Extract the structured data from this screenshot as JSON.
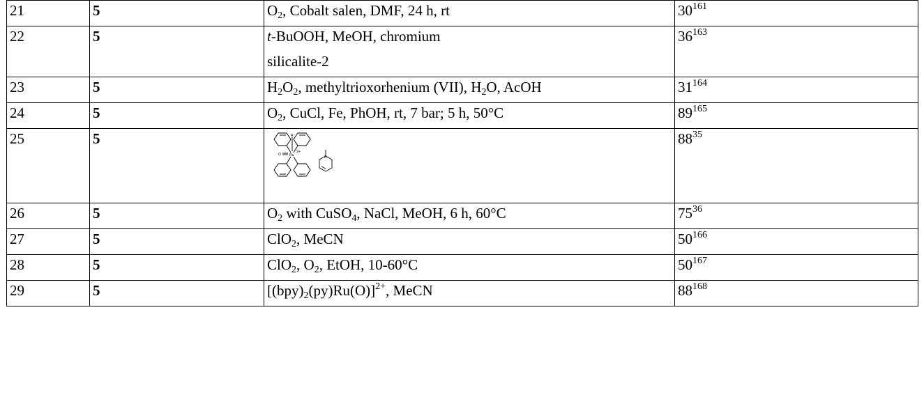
{
  "rows": [
    {
      "entry": "21",
      "compound": "5",
      "y": "30",
      "ref": "161"
    },
    {
      "entry": "22",
      "compound": "5",
      "y": "36",
      "ref": "163"
    },
    {
      "entry": "23",
      "compound": "5",
      "y": "31",
      "ref": "164"
    },
    {
      "entry": "24",
      "compound": "5",
      "y": "89",
      "ref": "165"
    },
    {
      "entry": "25",
      "compound": "5",
      "y": "88",
      "ref": "35"
    },
    {
      "entry": "26",
      "compound": "5",
      "y": "75",
      "ref": "36"
    },
    {
      "entry": "27",
      "compound": "5",
      "y": "50",
      "ref": "166"
    },
    {
      "entry": "28",
      "compound": "5",
      "y": "50",
      "ref": "167"
    },
    {
      "entry": "29",
      "compound": "5",
      "y": "88",
      "ref": "168"
    }
  ],
  "cond": {
    "r21": {
      "o": "O",
      "two": "2",
      "rest": ", Cobalt salen, DMF, 24 h, rt"
    },
    "r22": {
      "t": "t",
      "rest1": "-BuOOH, MeOH, chromium",
      "line2": "silicalite-2"
    },
    "r23": {
      "h": "H",
      "two1": "2",
      "o": "O",
      "two2": "2",
      "mid": ", methyltrioxorhenium (VII), H",
      "two3": "2",
      "rest": "O, AcOH"
    },
    "r24": {
      "o": "O",
      "two": "2",
      "rest": ", CuCl, Fe, PhOH, rt, 7 bar; 5 h, 50°C"
    },
    "r25": {
      "r": "R",
      "charge": "2+",
      "ru": "Ru",
      "oxo": "O",
      "n": "N"
    },
    "r26": {
      "o": "O",
      "two": "2",
      "mid": " with CuSO",
      "four": "4",
      "rest": ", NaCl, MeOH, 6 h, 60°C"
    },
    "r27": {
      "clo": "ClO",
      "two": "2",
      "rest": ", MeCN"
    },
    "r28": {
      "clo": "ClO",
      "two1": "2",
      "mid": ", O",
      "two2": "2",
      "rest": ", EtOH, 10-60°C"
    },
    "r29": {
      "a": "[(bpy)",
      "two": "2",
      "b": "(py)Ru(O)]",
      "charge": "2+",
      "rest": ", MeCN"
    }
  }
}
